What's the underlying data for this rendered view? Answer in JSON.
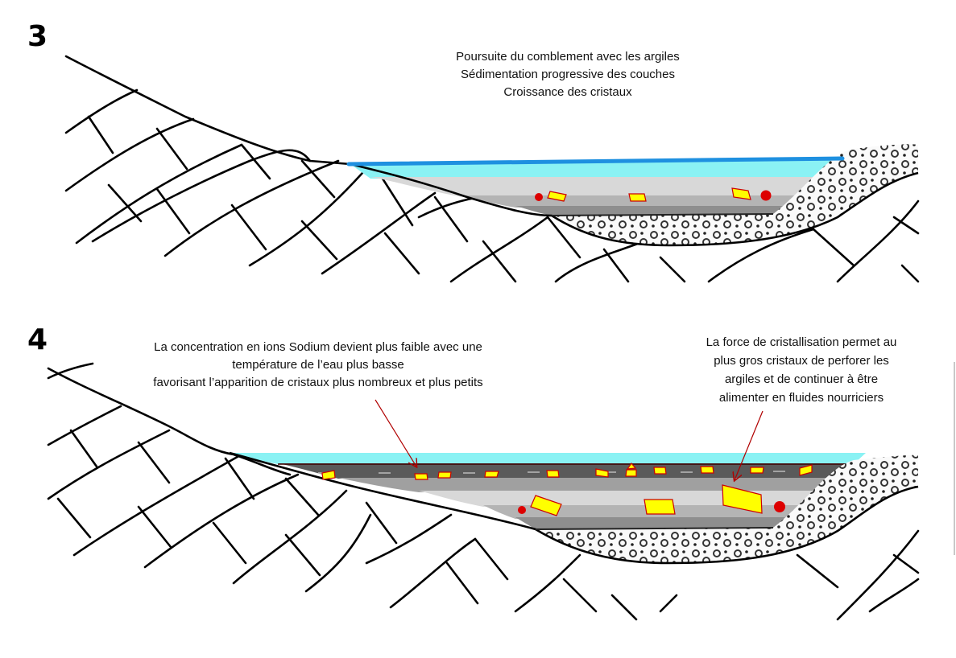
{
  "panels": [
    {
      "number": "3",
      "caption_lines": [
        "Poursuite  du comblement avec les argiles",
        "Sédimentation progressive des couches",
        "Croissance des cristaux"
      ]
    },
    {
      "number": "4",
      "caption_left_lines": [
        "La concentration en ions Sodium  devient plus faible avec une",
        "température  de l’eau plus basse",
        "favorisant l’apparition de cristaux plus nombreux et plus petits"
      ],
      "caption_right_lines": [
        "La force de cristallisation permet au",
        "plus gros cristaux de perforer les",
        "argiles et de continuer à être",
        "alimenter en fluides nourriciers"
      ]
    }
  ],
  "colors": {
    "water_surface": "#1e90e0",
    "water": "#8af2f4",
    "clay_light": "#d8d8d8",
    "clay_mid": "#b4b4b4",
    "clay_dark": "#8e8e8e",
    "clay_darkest": "#5a5a5a",
    "crystal_fill": "#ffff00",
    "crystal_outline": "#cc0000",
    "nodule": "#dd0000",
    "arrow": "#b00000",
    "rock_line": "#000000"
  }
}
